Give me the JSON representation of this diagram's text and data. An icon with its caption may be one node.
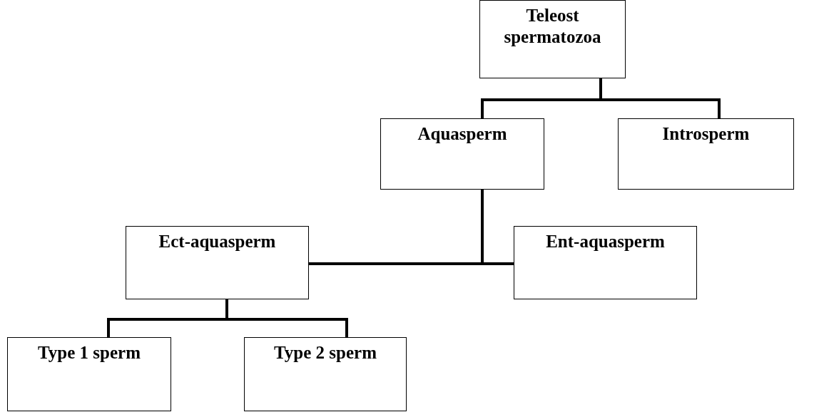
{
  "diagram": {
    "nodes": [
      {
        "text": [
          "Teleost spermatozoa"
        ]
      },
      {
        "text": [
          "Aquasperm"
        ]
      },
      {
        "text": [
          "Introsperm"
        ]
      },
      {
        "text": [
          "Ect-aquasperm"
        ]
      },
      {
        "text": [
          "Ent-aquasperm"
        ]
      },
      {
        "text": [
          "Type 1 sperm"
        ]
      },
      {
        "text": [
          "Type 2 sperm"
        ]
      }
    ],
    "edges": [
      {
        "from": 0,
        "to": 1,
        "arrow": "none"
      },
      {
        "from": 0,
        "to": 2,
        "arrow": "none"
      },
      {
        "from": 1,
        "to": 3,
        "arrow": "none"
      },
      {
        "from": 1,
        "to": 4,
        "arrow": "none"
      },
      {
        "from": 3,
        "to": 5,
        "arrow": "none"
      },
      {
        "from": 3,
        "to": 6,
        "arrow": "none"
      }
    ]
  }
}
